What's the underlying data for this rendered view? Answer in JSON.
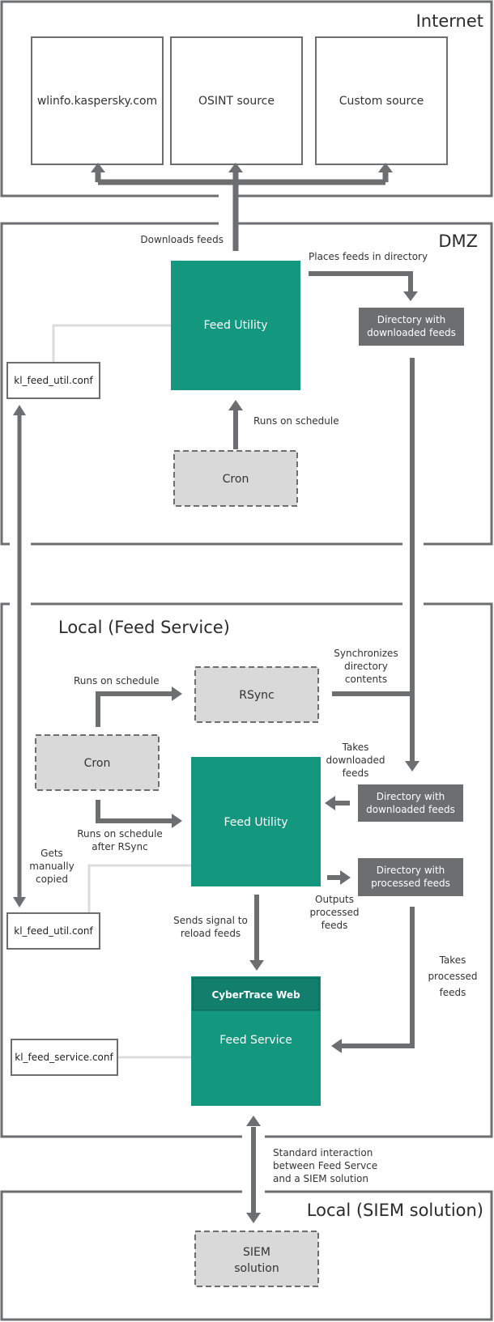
{
  "zones": {
    "internet": "Internet",
    "dmz": "DMZ",
    "local_feed": "Local (Feed Service)",
    "local_siem": "Local (SIEM solution)"
  },
  "sources": {
    "kaspersky": "wlinfo.kaspersky.com",
    "osint": "OSINT source",
    "custom": "Custom source"
  },
  "dmz": {
    "feed_utility": "Feed Utility",
    "conf": "kl_feed_util.conf",
    "cron": "Cron",
    "dir_line1": "Directory with",
    "dir_line2": "downloaded feeds",
    "downloads_feeds": "Downloads feeds",
    "places_feeds": "Places feeds in directory",
    "runs_on_schedule": "Runs on schedule"
  },
  "local": {
    "rsync": "RSync",
    "cron": "Cron",
    "feed_utility": "Feed Utility",
    "conf_util": "kl_feed_util.conf",
    "conf_service": "kl_feed_service.conf",
    "dl_dir_line1": "Directory with",
    "dl_dir_line2": "downloaded feeds",
    "proc_dir_line1": "Directory with",
    "proc_dir_line2": "processed feeds",
    "cybertrace": "CyberTrace Web",
    "feed_service": "Feed Service",
    "sync_1": "Synchronizes",
    "sync_2": "directory",
    "sync_3": "contents",
    "runs_schedule": "Runs on schedule",
    "takes_1": "Takes",
    "takes_2": "downloaded",
    "takes_3": "feeds",
    "after_1": "Runs on schedule",
    "after_2": "after RSync",
    "copied_1": "Gets",
    "copied_2": "manually",
    "copied_3": "copied",
    "outputs_1": "Outputs",
    "outputs_2": "processed",
    "outputs_3": "feeds",
    "signal_1": "Sends signal to",
    "signal_2": "reload feeds",
    "takesp_1": "Takes",
    "takesp_2": "processed",
    "takesp_3": "feeds",
    "std_1": "Standard interaction",
    "std_2": "between Feed Servce",
    "std_3": "and a SIEM solution"
  },
  "siem": {
    "line1": "SIEM",
    "line2": "solution"
  },
  "colors": {
    "teal": "#13987f",
    "dark_box": "#6d6e70",
    "arrow": "#6d6e70",
    "cron_fill": "#d9d9d9",
    "border": "#6d6e70",
    "link": "#dcdcdc"
  }
}
